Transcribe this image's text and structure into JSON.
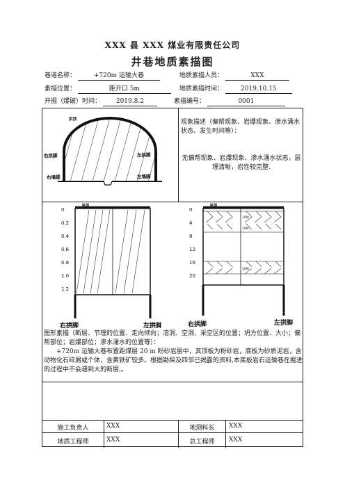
{
  "header": {
    "company": "XXX 县 XXX 煤业有限责任公司",
    "title": "井巷地质素描图"
  },
  "meta": {
    "tunnel_name_label": "巷道名称：",
    "tunnel_name_value": "+720m 运输大巷",
    "sketcher_label": "地质素描人员：",
    "sketcher_value": "XXX",
    "location_label": "素描位置：",
    "location_value": "距开口 5m",
    "sketch_time_label": "地质素描时间：",
    "sketch_time_value": "2019.10.15",
    "blast_time_label": "开掘（爆破）时间：",
    "blast_time_value": "2019.8.2",
    "sketch_no_label": "素描编号：",
    "sketch_no_value": "0001"
  },
  "phenomena": {
    "heading": "现象描述（偏帮现象、岩爆现象、渗水涌水状态、发生时间等）：",
    "content": "无偏帮现象、岩爆现象、渗水涌水状态，层理清晰，岩性较完整."
  },
  "section_labels": {
    "crown_label": "拱顶",
    "right_arch_foot": "右拱脚",
    "left_arch_foot": "左拱脚",
    "right_wall_foot": "右墙脚",
    "left_wall_foot": "左墙脚"
  },
  "expanded_left": {
    "crown_label": "拱顶",
    "scale": [
      "0",
      "0.2",
      "0.4",
      "0.6",
      "0.8",
      "1.0",
      "1.2"
    ],
    "right_foot": "右拱脚",
    "left_foot": "左拱脚"
  },
  "expanded_right": {
    "crown_label": "拱顶",
    "scale": [
      "0",
      "4",
      "8",
      "12",
      "16",
      "20"
    ],
    "band_labels": [
      "10M",
      "10M",
      "10M"
    ],
    "right_foot": "右拱脚",
    "left_foot": "左拱脚"
  },
  "graphic_desc": {
    "heading": "图形素描（断层、节理的位置、走向倾向；溶洞、空洞、采空区的位置；坍方位置、大小；偏帮部位；岩爆部位；渗水涌水的位置等）：",
    "content": "+720m 运输大巷布置距煤层 20 m 粉砂岩层中，其顶板为粉砂岩，底板为砂质泥岩，含动物化石碎屑或个体，含黄铁矿较多。根据勘探及四邻已揭露的资料,本底板岩石运输巷在掘进的过程中不会遇到大的断层,。"
  },
  "signatures": {
    "construction_lead_label": "施工负责人",
    "construction_lead_value": "XXX",
    "survey_chief_label": "地测科长",
    "survey_chief_value": "XXX",
    "geologist_label": "地质工程师",
    "geologist_value": "XXX",
    "chief_engineer_label": "总工程师",
    "chief_engineer_value": "XXX"
  }
}
